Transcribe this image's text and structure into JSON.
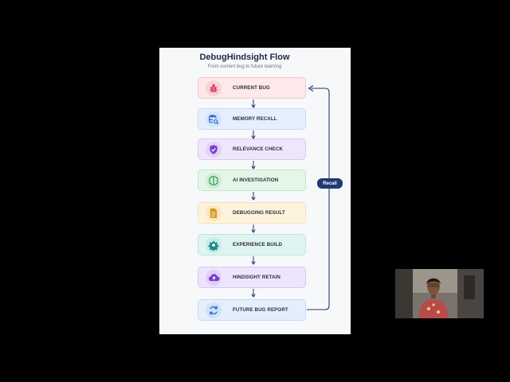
{
  "diagram": {
    "title": "DebugHindsight Flow",
    "subtitle": "From current bug to future learning",
    "recall_label": "Recall",
    "steps": [
      {
        "label": "CURRENT BUG",
        "icon": "bug-icon",
        "bg": "#fde8ea",
        "border": "#f6c6cc",
        "icon_bg": "#fbd2d8",
        "icon_color": "#d6455a"
      },
      {
        "label": "MEMORY RECALL",
        "icon": "database-search-icon",
        "bg": "#e5effd",
        "border": "#c6daf8",
        "icon_bg": "#d3e3fb",
        "icon_color": "#2f67c8"
      },
      {
        "label": "RELEVANCE CHECK",
        "icon": "shield-check-icon",
        "bg": "#efe6fb",
        "border": "#dbc9f5",
        "icon_bg": "#e3d3f8",
        "icon_color": "#7a3fd0"
      },
      {
        "label": "AI INVESTIGATION",
        "icon": "brain-icon",
        "bg": "#e3f6e7",
        "border": "#c0e8c9",
        "icon_bg": "#cdeed5",
        "icon_color": "#2e9650"
      },
      {
        "label": "DEBUGGING RESULT",
        "icon": "document-icon",
        "bg": "#fdf3dd",
        "border": "#f6e1b0",
        "icon_bg": "#fbe8bd",
        "icon_color": "#d4951c"
      },
      {
        "label": "EXPERIENCE BUILD",
        "icon": "gear-icon",
        "bg": "#dff3f1",
        "border": "#bde6e1",
        "icon_bg": "#c9ebe7",
        "icon_color": "#1c8d82"
      },
      {
        "label": "HINDSIGHT RETAIN",
        "icon": "cloud-upload-icon",
        "bg": "#ede5fb",
        "border": "#d7c7f5",
        "icon_bg": "#ded0f7",
        "icon_color": "#7440cc"
      },
      {
        "label": "FUTURE BUG REPORT",
        "icon": "refresh-icon",
        "bg": "#e5effc",
        "border": "#c4d8f6",
        "icon_bg": "#d0e1fa",
        "icon_color": "#2e6ec8"
      }
    ],
    "colors": {
      "arrow": "#1f3a6e",
      "recall_badge": "#1f3a6e"
    }
  },
  "webcam": {
    "icon": "person-video-feed"
  }
}
